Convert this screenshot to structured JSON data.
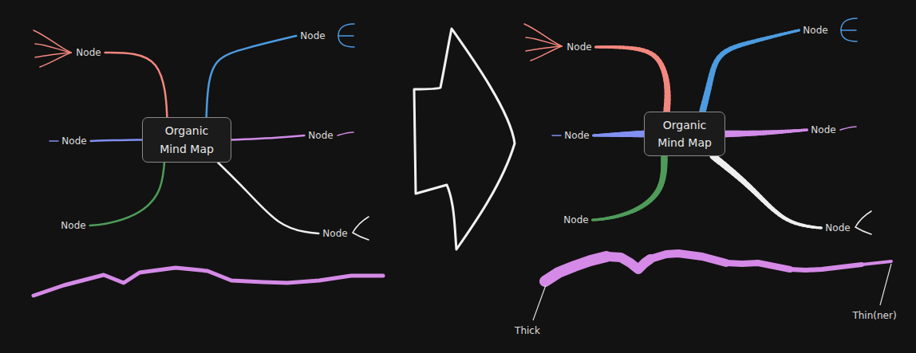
{
  "diagram": {
    "nodes": [
      {
        "text": [
          "Organic Mind Map"
        ]
      },
      {
        "text": [
          "Node"
        ]
      },
      {
        "text": [
          "Node"
        ]
      },
      {
        "text": [
          "Node"
        ]
      },
      {
        "text": [
          "Node"
        ]
      },
      {
        "text": [
          "Node"
        ]
      },
      {
        "text": [
          "Node"
        ]
      },
      {
        "text": [
          "Organic Mind Map"
        ]
      },
      {
        "text": [
          "Node"
        ]
      },
      {
        "text": [
          "Node"
        ]
      },
      {
        "text": [
          "Node"
        ]
      },
      {
        "text": [
          "Node"
        ]
      },
      {
        "text": [
          "Node"
        ]
      },
      {
        "text": [
          "Node"
        ]
      }
    ],
    "edges": [
      {
        "from": 0,
        "to": 1,
        "arrow": "none"
      },
      {
        "from": 0,
        "to": 2,
        "arrow": "none"
      },
      {
        "from": 0,
        "to": 3,
        "arrow": "none"
      },
      {
        "from": 0,
        "to": 4,
        "arrow": "none"
      },
      {
        "from": 0,
        "to": 5,
        "arrow": "none"
      },
      {
        "from": 0,
        "to": 6,
        "arrow": "none"
      },
      {
        "from": 7,
        "to": 8,
        "arrow": "none"
      },
      {
        "from": 7,
        "to": 9,
        "arrow": "none"
      },
      {
        "from": 7,
        "to": 10,
        "arrow": "none"
      },
      {
        "from": 7,
        "to": 11,
        "arrow": "none"
      },
      {
        "from": 7,
        "to": 12,
        "arrow": "none"
      },
      {
        "from": 7,
        "to": 13,
        "arrow": "none"
      }
    ],
    "labels": [
      "Thick",
      "Thin(ner)"
    ]
  }
}
